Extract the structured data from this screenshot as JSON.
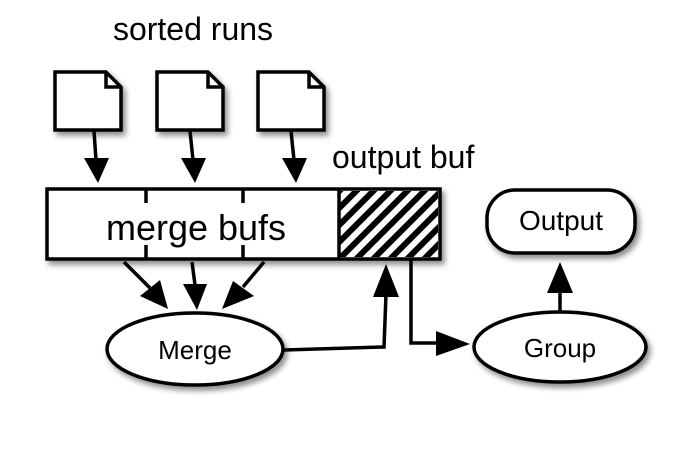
{
  "diagram": {
    "title": "sorted runs",
    "output_buf_label": "output buf",
    "merge_bufs_label": "merge bufs",
    "nodes": {
      "merge": "Merge",
      "group": "Group",
      "output": "Output"
    },
    "colors": {
      "stroke": "#000000",
      "fill": "#ffffff",
      "shadow": "#bdbdbd"
    }
  }
}
